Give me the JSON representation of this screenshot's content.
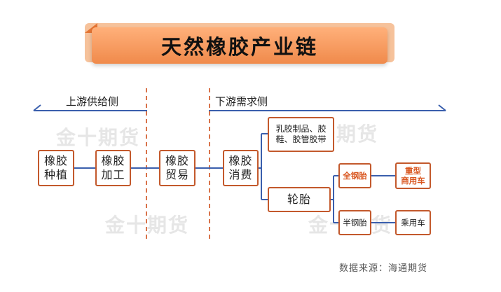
{
  "title": "天然橡胶产业链",
  "upstream_label": "上游供给侧",
  "downstream_label": "下游需求侧",
  "nodes": {
    "planting": "橡胶\n种植",
    "processing": "橡胶\n加工",
    "trade": "橡胶\n贸易",
    "consumption": "橡胶\n消费",
    "rubber_products": "乳胶制品、胶\n鞋、胶管胶带",
    "tire": "轮胎",
    "all_steel": "全钢胎",
    "heavy_commercial": "重型\n商用车",
    "semi_steel": "半钢胎",
    "passenger": "乘用车"
  },
  "source": "数据来源：海通期货",
  "watermark": "金十期货",
  "colors": {
    "banner_orange": "#f08a4b",
    "box_border": "#c3592c",
    "highlight_text": "#d9561f",
    "connector_blue": "#3a5fad",
    "divider_orange": "#d9734a"
  }
}
